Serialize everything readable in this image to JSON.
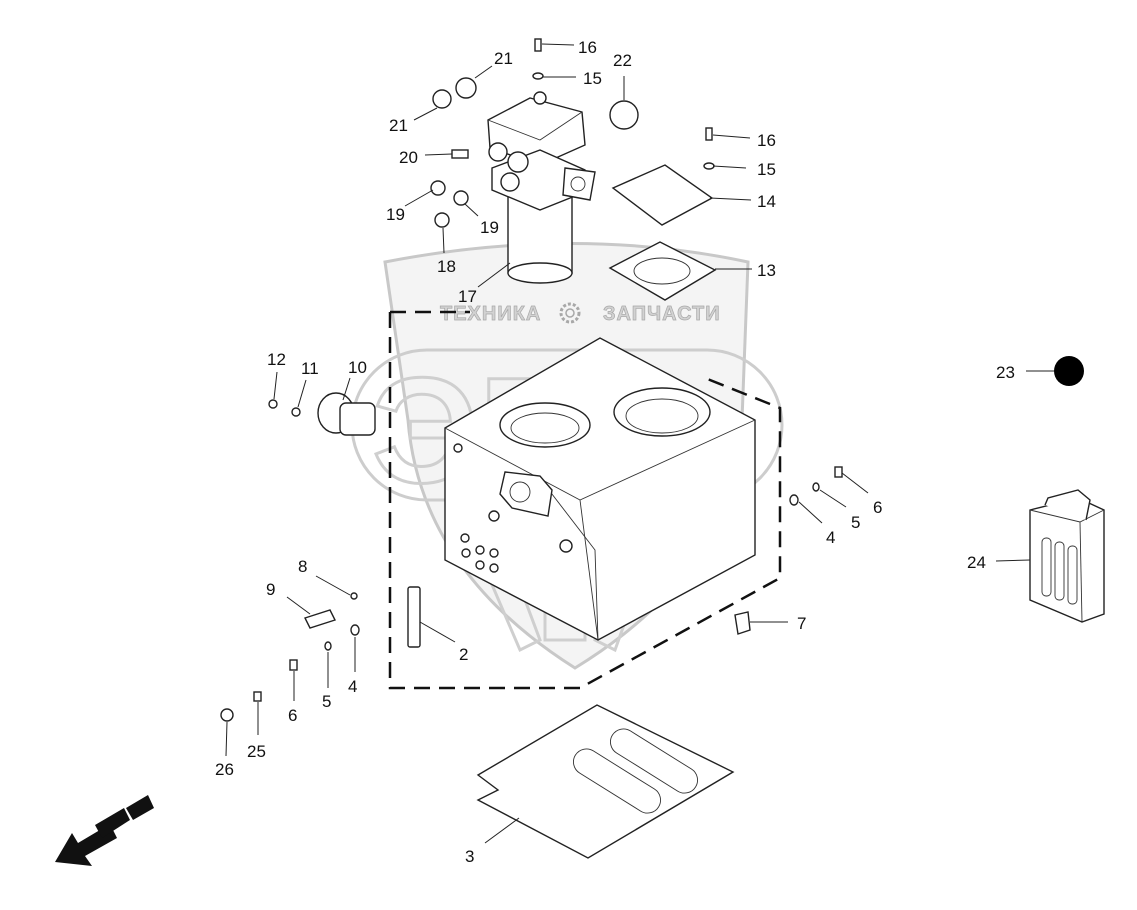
{
  "watermark": {
    "brand_left": "ТЕХНИКА",
    "brand_right": "ЗАПЧАСТИ",
    "logo_letters": "ЭПФ"
  },
  "callouts": {
    "c2": "2",
    "c3": "3",
    "c4a": "4",
    "c4b": "4",
    "c5a": "5",
    "c5b": "5",
    "c6a": "6",
    "c6b": "6",
    "c7": "7",
    "c8": "8",
    "c9": "9",
    "c10": "10",
    "c11": "11",
    "c12": "12",
    "c13": "13",
    "c14": "14",
    "c15a": "15",
    "c15b": "15",
    "c16a": "16",
    "c16b": "16",
    "c17": "17",
    "c18": "18",
    "c19a": "19",
    "c19b": "19",
    "c20": "20",
    "c21a": "21",
    "c21b": "21",
    "c22": "22",
    "c23": "23",
    "c24": "24",
    "c25": "25",
    "c26": "26"
  },
  "icons": {
    "direction": "direction-arrow-icon",
    "dot": "solid-dot-icon"
  }
}
